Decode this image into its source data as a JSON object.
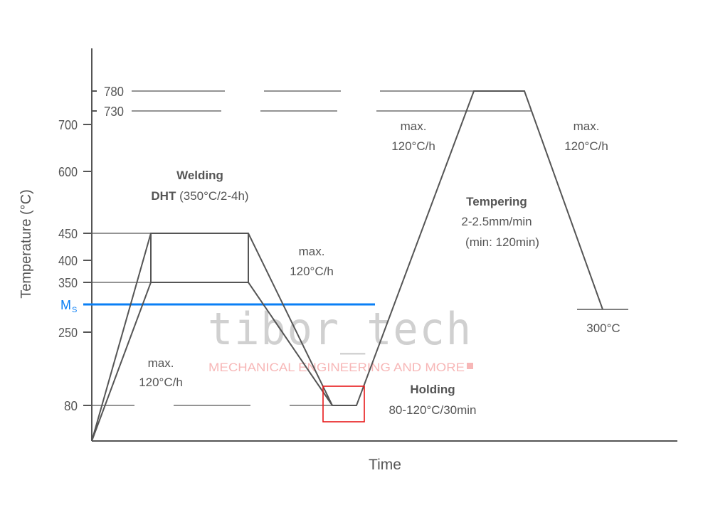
{
  "chart_data": {
    "type": "line",
    "title": "",
    "xlabel": "Time",
    "ylabel": "Temperature (°C)",
    "y_ticks": [
      "780",
      "730",
      "700",
      "600",
      "450",
      "400",
      "350",
      "250",
      "80"
    ],
    "ms_label": {
      "main": "M",
      "sub": "S"
    },
    "ms_color": "#0a7ff5",
    "series_color": "#555555",
    "highlight_color": "#e8191a",
    "profile_points_temp_C": [
      0,
      450,
      450,
      80,
      80,
      780,
      780,
      300
    ],
    "annotations": {
      "welding_title": "Welding",
      "dht_bold": "DHT",
      "dht_rest": " (350°C/2-4h)",
      "rate1_a": "max.",
      "rate1_b": "120°C/h",
      "rate2_a": "max.",
      "rate2_b": "120°C/h",
      "rate3_a": "max.",
      "rate3_b": "120°C/h",
      "rate4_a": "max.",
      "rate4_b": "120°C/h",
      "tempering_title": "Tempering",
      "tempering_rate": "2-2.5mm/min",
      "tempering_min": "(min: 120min)",
      "holding_title": "Holding",
      "holding_detail": "80-120°C/30min",
      "final_temp": "300°C"
    },
    "watermark": {
      "main": "tibor_tech",
      "sub": "MECHANICAL ENGINEERING AND MORE"
    }
  }
}
